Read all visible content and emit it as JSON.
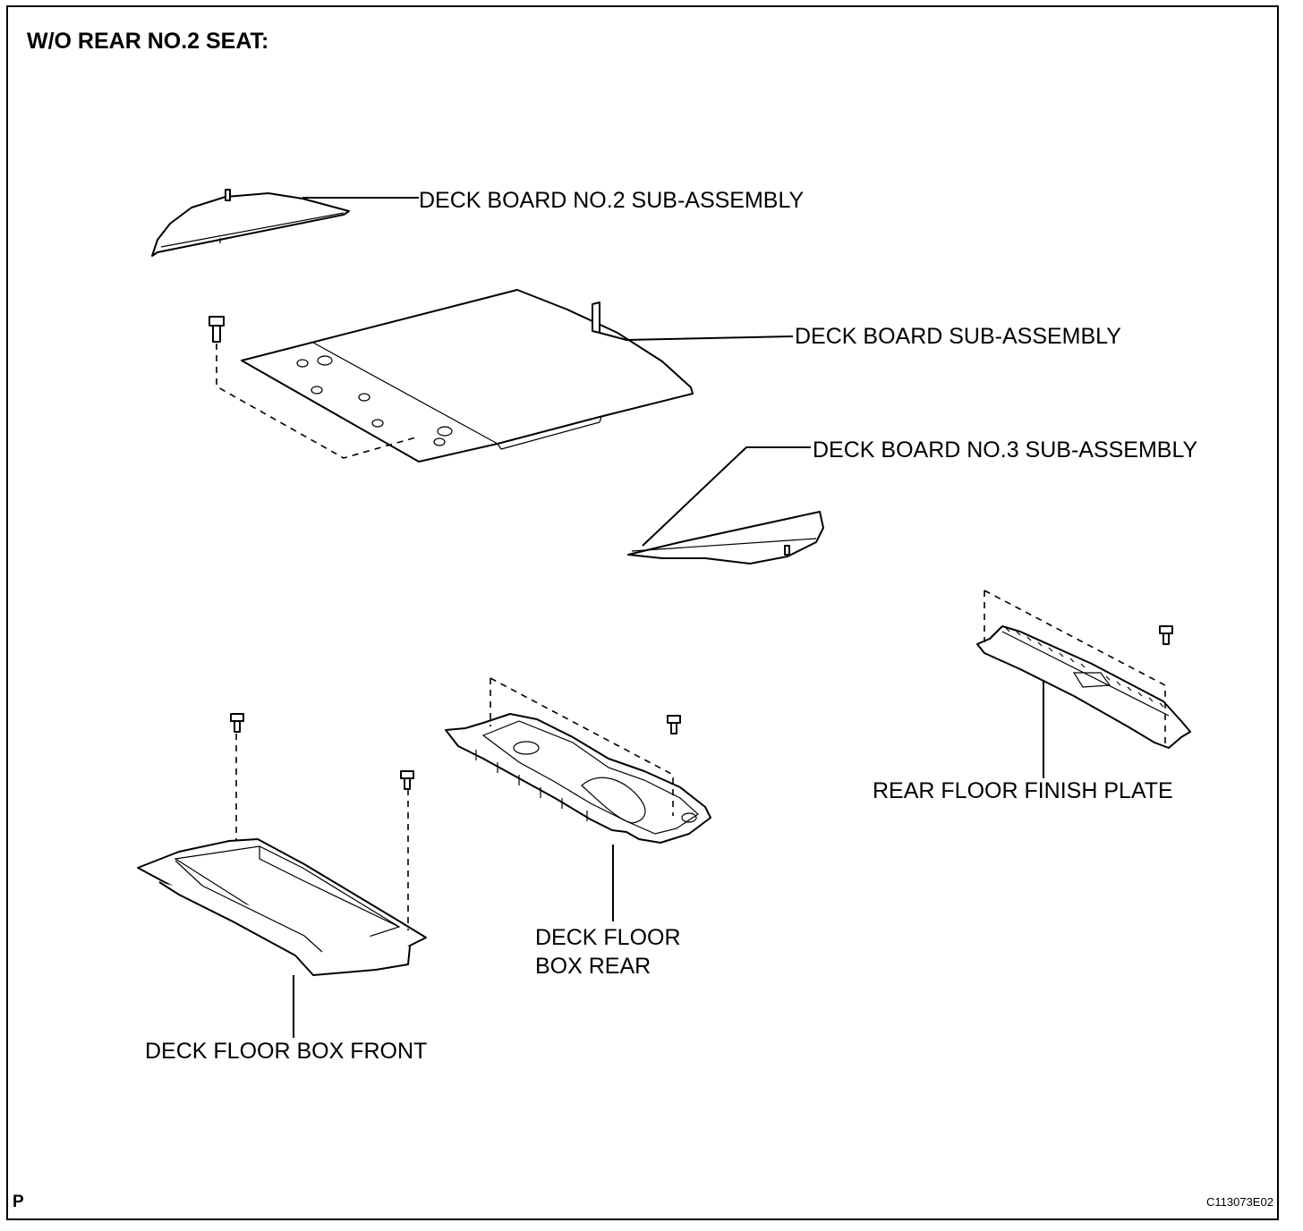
{
  "title": "W/O REAR NO.2 SEAT:",
  "figure_code": "C113073E02",
  "corner_mark": "P",
  "labels": {
    "deck_board_no2": "DECK BOARD NO.2 SUB-ASSEMBLY",
    "deck_board": "DECK BOARD SUB-ASSEMBLY",
    "deck_board_no3": "DECK BOARD NO.3 SUB-ASSEMBLY",
    "rear_floor_finish_plate": "REAR FLOOR FINISH PLATE",
    "deck_floor_box_rear_line1": "DECK FLOOR",
    "deck_floor_box_rear_line2": "BOX REAR",
    "deck_floor_box_front": "DECK FLOOR BOX FRONT"
  }
}
